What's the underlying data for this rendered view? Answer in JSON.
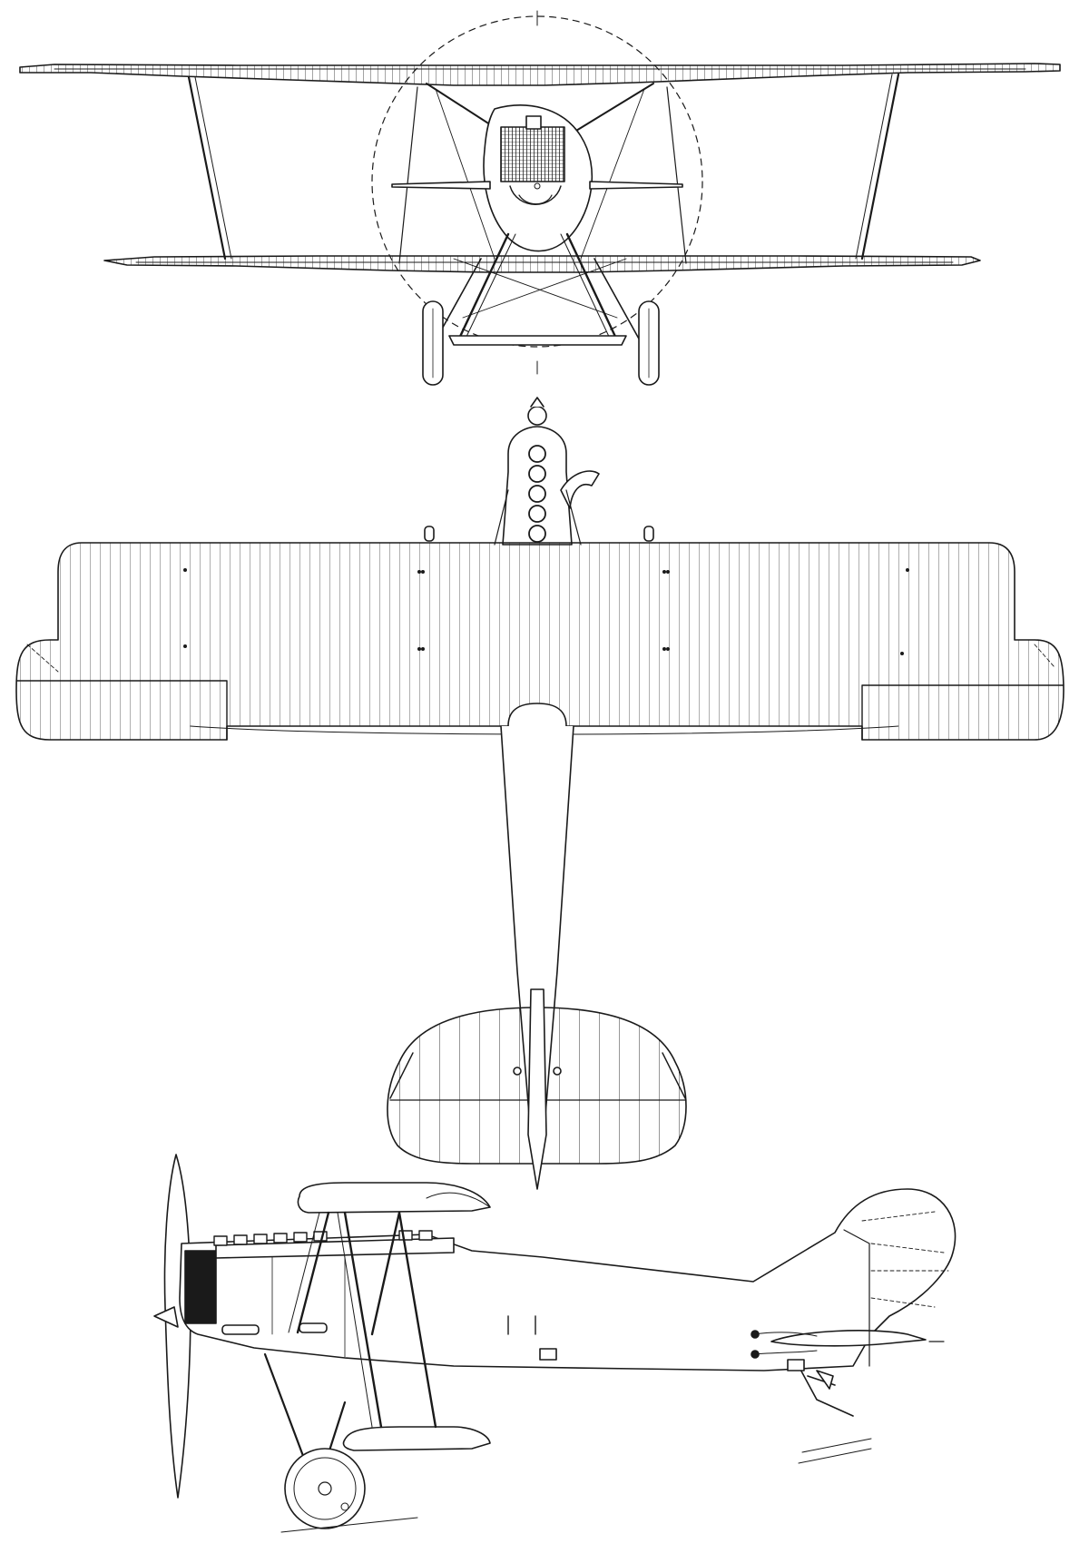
{
  "drawing": {
    "views": [
      "front-view",
      "top-view",
      "side-view"
    ],
    "line_color": "#1a1a1a",
    "background": "#ffffff",
    "fill_dark": "#1a1a1a"
  }
}
